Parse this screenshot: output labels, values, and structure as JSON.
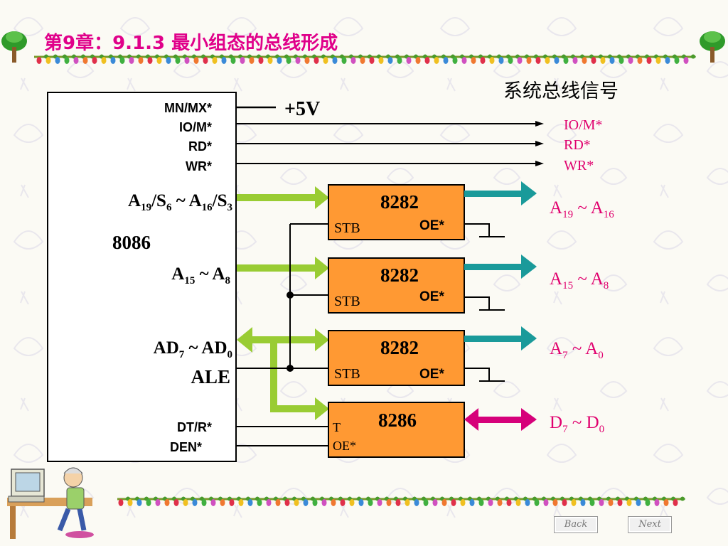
{
  "slide": {
    "title": "第9章：9.1.3 最小组态的总线形成",
    "system_bus_label": "系统总线信号"
  },
  "cpu": {
    "name": "8086",
    "pins": {
      "mn_mx": "MN/MX*",
      "io_m": "IO/M*",
      "rd": "RD*",
      "wr": "WR*",
      "ale": "ALE",
      "dt_r": "DT/R*",
      "den": "DEN*"
    },
    "buses": {
      "a19_16": {
        "a": "A",
        "a_sub": "19",
        "b": "/S",
        "b_sub": "6",
        "c": " ~ A",
        "c_sub": "16",
        "d": "/S",
        "d_sub": "3"
      },
      "a15_8": {
        "a": "A",
        "a_sub": "15",
        "b": " ~ A",
        "b_sub": "8"
      },
      "ad7_0": {
        "a": "AD",
        "a_sub": "7",
        "b": " ~ AD",
        "b_sub": "0"
      }
    }
  },
  "vcc_label": "+5V",
  "chips": [
    {
      "name": "8282",
      "stb": "STB",
      "oe": "OE*"
    },
    {
      "name": "8282",
      "stb": "STB",
      "oe": "OE*"
    },
    {
      "name": "8282",
      "stb": "STB",
      "oe": "OE*"
    },
    {
      "name": "8286",
      "t": "T",
      "oe": "OE*"
    }
  ],
  "outputs": {
    "io_m": "IO/M*",
    "rd": "RD*",
    "wr": "WR*",
    "a19_16": {
      "a": "A",
      "a_sub": "19",
      "b": " ~ A",
      "b_sub": "16"
    },
    "a15_8": {
      "a": "A",
      "a_sub": "15",
      "b": " ~ A",
      "b_sub": "8"
    },
    "a7_0": {
      "a": "A",
      "a_sub": "7",
      "b": " ~ A",
      "b_sub": "0"
    },
    "d7_0": {
      "a": "D",
      "a_sub": "7",
      "b": " ~ D",
      "b_sub": "0"
    }
  },
  "nav": {
    "back": "Back",
    "next": "Next"
  },
  "colors": {
    "title": "#e0008a",
    "output_labels": "#e0006e",
    "chip_fill": "#ff9933",
    "green_arrow": "#99cc33",
    "teal_arrow": "#1a9a9a",
    "magenta_arrow": "#d6007a"
  }
}
